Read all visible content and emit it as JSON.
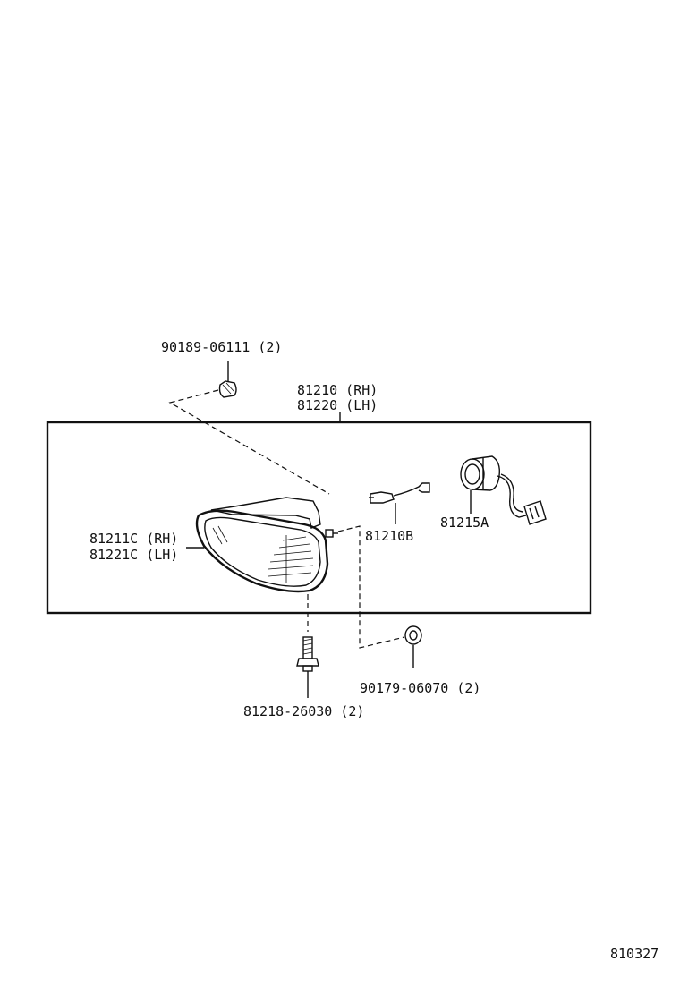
{
  "labels": {
    "bolt_clip": "90189-06111 (2)",
    "assembly_rh": "81210 (RH)",
    "assembly_lh": "81220 (LH)",
    "lens_rh": "81211C (RH)",
    "lens_lh": "81221C (LH)",
    "bulb": "81210B",
    "socket": "81215A",
    "nut": "90179-06070 (2)",
    "screw": "81218-26030 (2)",
    "diagram_code": "810327"
  }
}
